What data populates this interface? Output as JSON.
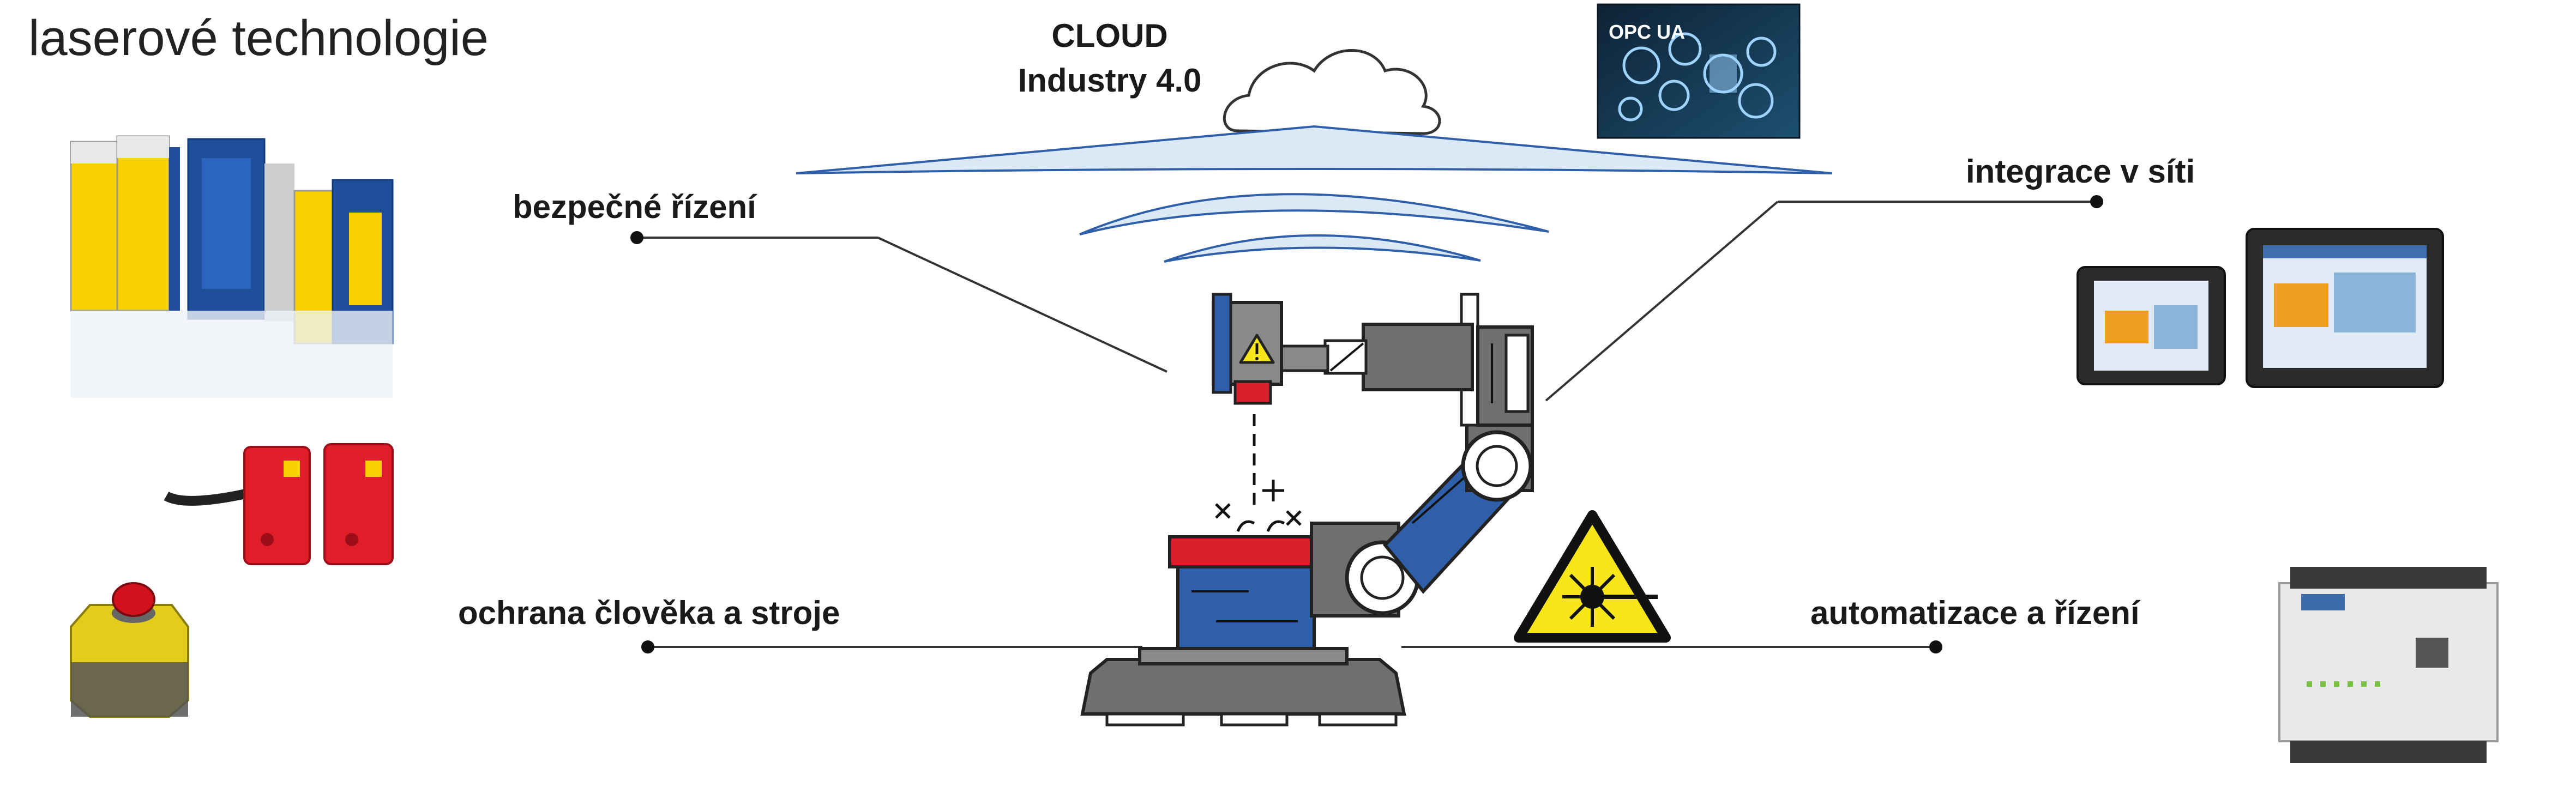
{
  "title": "laserové technologie",
  "cloud": {
    "line1": "CLOUD",
    "line2": "Industry 4.0"
  },
  "opc_label": "OPC UA",
  "labels": {
    "safe_control": "bezpečné řízení",
    "network": "integrace v síti",
    "protection": "ochrana člověka a stroje",
    "automation": "automatizace a řízení"
  },
  "icons": [
    "safety-relay-icon",
    "magnetic-sensor-icon",
    "emergency-stop-icon",
    "opc-ua-icon",
    "hmi-panel-icon",
    "plc-module-icon",
    "robot-arm-icon",
    "laser-warning-icon",
    "warning-icon",
    "cloud-icon"
  ],
  "colors": {
    "blue": "#2f5fa8",
    "red": "#d7202c",
    "grey": "#6f6f6f",
    "yellow": "#f8e61b",
    "wave": "#dbe8f5"
  }
}
